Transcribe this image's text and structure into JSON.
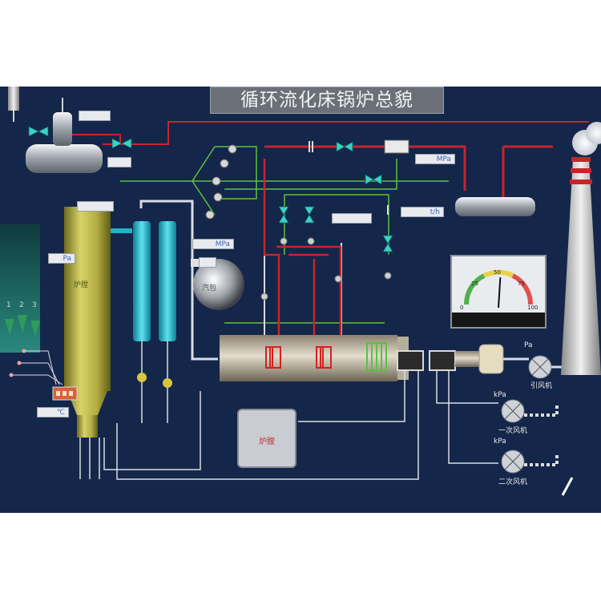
{
  "title": "循环流化床锅炉总貌",
  "readouts": {
    "drum_top": "",
    "steam_header": "",
    "pipe_pressure": "MPa",
    "flow": "t/h",
    "flow_right": "",
    "furnace_pressure": "Pa",
    "separator_pressure": "MPa",
    "bed_temp": "℃",
    "boiler_top": ""
  },
  "labels": {
    "boiler": "炉膛",
    "drum": "汽包",
    "furnace_box": "炉膛",
    "induced_fan": "引风机",
    "primary_fan": "一次风机",
    "secondary_fan": "二次风机",
    "unit_pa": "Pa",
    "unit_kpa_1": "kPa",
    "unit_kpa_2": "kPa"
  },
  "bed_numbers": [
    "1",
    "2",
    "3"
  ],
  "gauge": {
    "ticks": [
      "0",
      "25",
      "50",
      "75",
      "100"
    ],
    "value_percent": 52
  },
  "colors": {
    "background": "#14264a",
    "steam_pipe": "#c8242a",
    "water_pipe": "#d9dde3",
    "feed_pipe": "#5cc23e",
    "separator": "#1fb3c9",
    "boiler_shell": "#b3ad42"
  }
}
